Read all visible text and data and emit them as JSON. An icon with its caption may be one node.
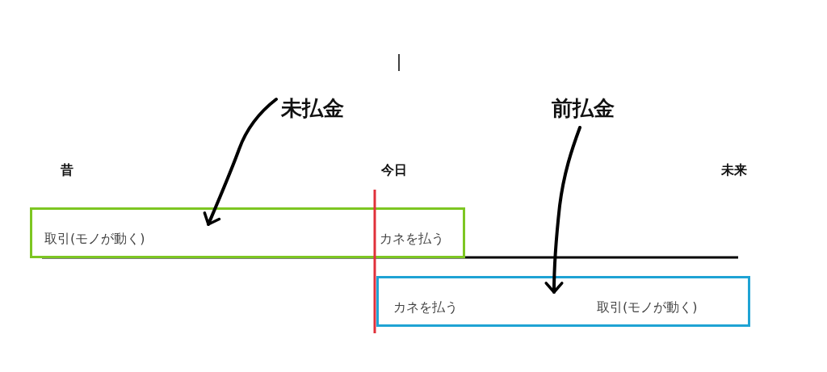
{
  "diagram": {
    "nodes": [
      {
        "text": [
          "未払金"
        ]
      },
      {
        "text": [
          "前払金"
        ]
      },
      {
        "text": [
          "取引(モノが動く)",
          "カネを払う"
        ]
      },
      {
        "text": [
          "カネを払う",
          "取引(モノが動く)"
        ]
      }
    ],
    "edges": [
      {
        "from": 0,
        "to": 2,
        "arrow": "to"
      },
      {
        "from": 1,
        "to": 3,
        "arrow": "to"
      }
    ],
    "labels": [
      "昔",
      "今日",
      "未来"
    ]
  }
}
